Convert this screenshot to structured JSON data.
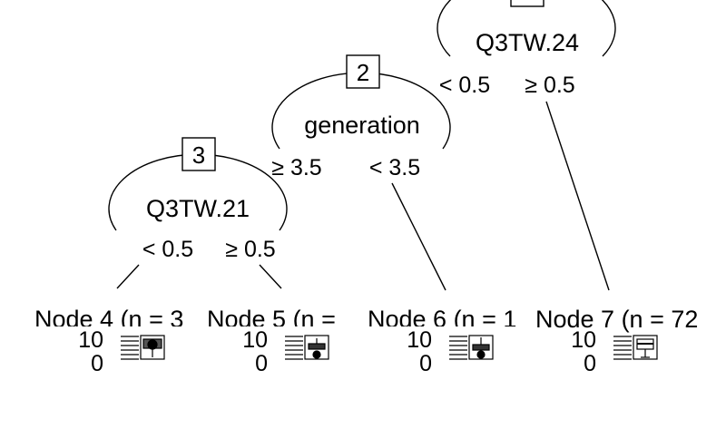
{
  "tree": {
    "nodes": [
      {
        "id": "1",
        "variable": "Q3TW.24"
      },
      {
        "id": "2",
        "variable": "generation"
      },
      {
        "id": "3",
        "variable": "Q3TW.21"
      }
    ],
    "edges": [
      {
        "label": "< 0.5"
      },
      {
        "label": "≥ 0.5"
      },
      {
        "label": "≥ 3.5"
      },
      {
        "label": "< 3.5"
      },
      {
        "label": "< 0.5"
      },
      {
        "label": "≥ 0.5"
      }
    ],
    "terminals": [
      {
        "title": "Node 4 (n = 3",
        "y_max": "10",
        "y_min": "0"
      },
      {
        "title": "Node 5 (n =",
        "y_max": "10",
        "y_min": "0"
      },
      {
        "title": "Node 6 (n = 1",
        "y_max": "10",
        "y_min": "0"
      },
      {
        "title": "Node 7 (n = 72",
        "y_max": "10",
        "y_min": "0"
      }
    ]
  }
}
